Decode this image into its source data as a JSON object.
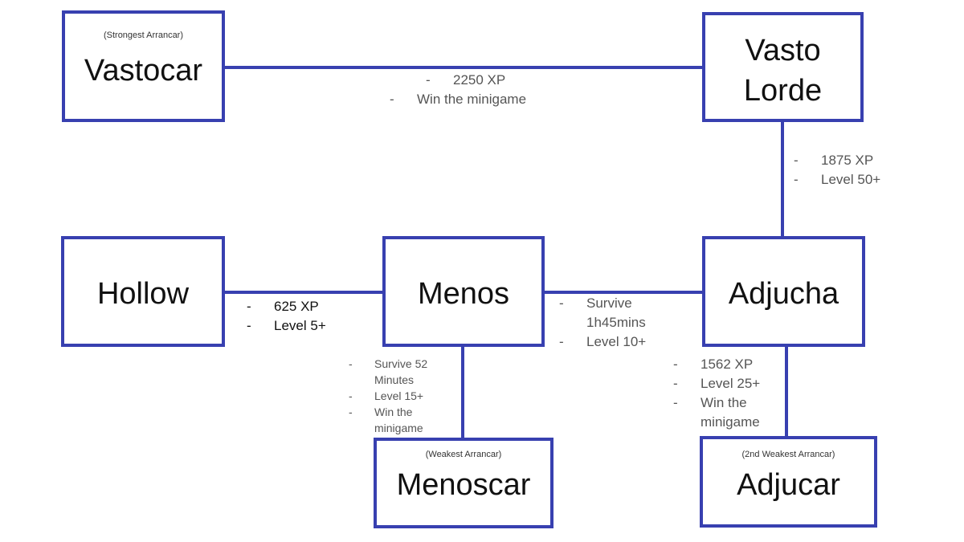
{
  "nodes": {
    "vastocar": {
      "label": "Vastocar",
      "tag": "(Strongest Arrancar)"
    },
    "vasto_lorde": {
      "label_line1": "Vasto",
      "label_line2": "Lorde"
    },
    "hollow": {
      "label": "Hollow"
    },
    "menos": {
      "label": "Menos"
    },
    "adjucha": {
      "label": "Adjucha"
    },
    "menoscar": {
      "label": "Menoscar",
      "tag": "(Weakest Arrancar)"
    },
    "adjucar": {
      "label": "Adjucar",
      "tag": "(2nd Weakest Arrancar)"
    }
  },
  "edges": {
    "vasto_lorde_to_vastocar": {
      "requirements": [
        "2250 XP",
        "Win the minigame"
      ]
    },
    "adjucha_to_vasto_lorde": {
      "requirements": [
        "1875 XP",
        "Level 50+"
      ]
    },
    "hollow_to_menos": {
      "requirements": [
        "625 XP",
        "Level 5+"
      ]
    },
    "menos_to_adjucha": {
      "requirements": [
        "Survive 1h45mins",
        "Level 10+"
      ]
    },
    "menos_to_menoscar": {
      "requirements": [
        "Survive 52 Minutes",
        "Level 15+",
        "Win the minigame"
      ]
    },
    "adjucha_to_adjucar": {
      "requirements": [
        "1562 XP",
        "Level 25+",
        "Win the minigame"
      ]
    }
  },
  "colors": {
    "box_border": "#3840b0",
    "line": "#3840b0",
    "note_text": "#555555"
  }
}
